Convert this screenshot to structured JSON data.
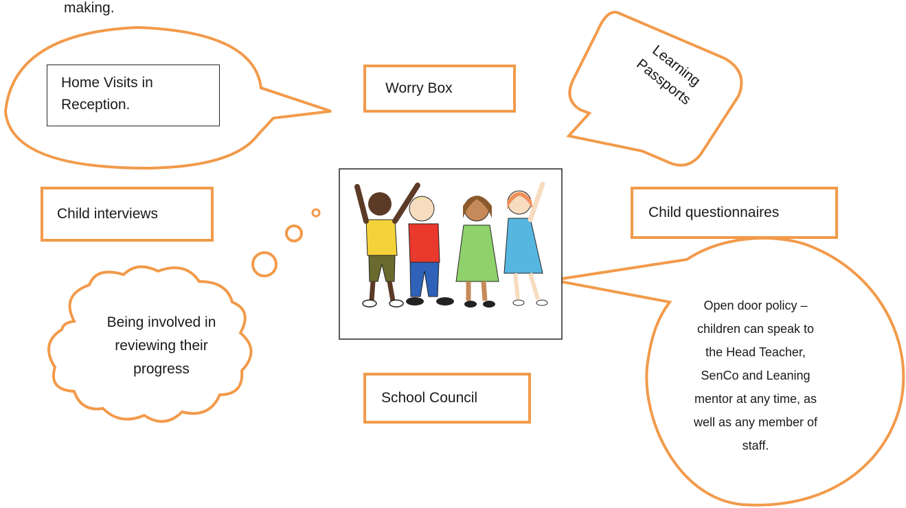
{
  "top_fragment": "making.",
  "callouts": {
    "home_visits": "Home Visits in Reception.",
    "worry_box": "Worry Box",
    "learning_passports": "Learning Passports",
    "child_interviews": "Child interviews",
    "child_questionnaires": "Child questionnaires",
    "reviewing_progress": "Being involved in reviewing their progress",
    "school_council": "School Council",
    "open_door": "Open door policy – children can speak to the Head Teacher, SenCo and Leaning mentor at any time, as well as any member of staff."
  },
  "colors": {
    "accent": "#f29a4a",
    "outline": "#222222"
  },
  "center_image": "children-cartoon"
}
